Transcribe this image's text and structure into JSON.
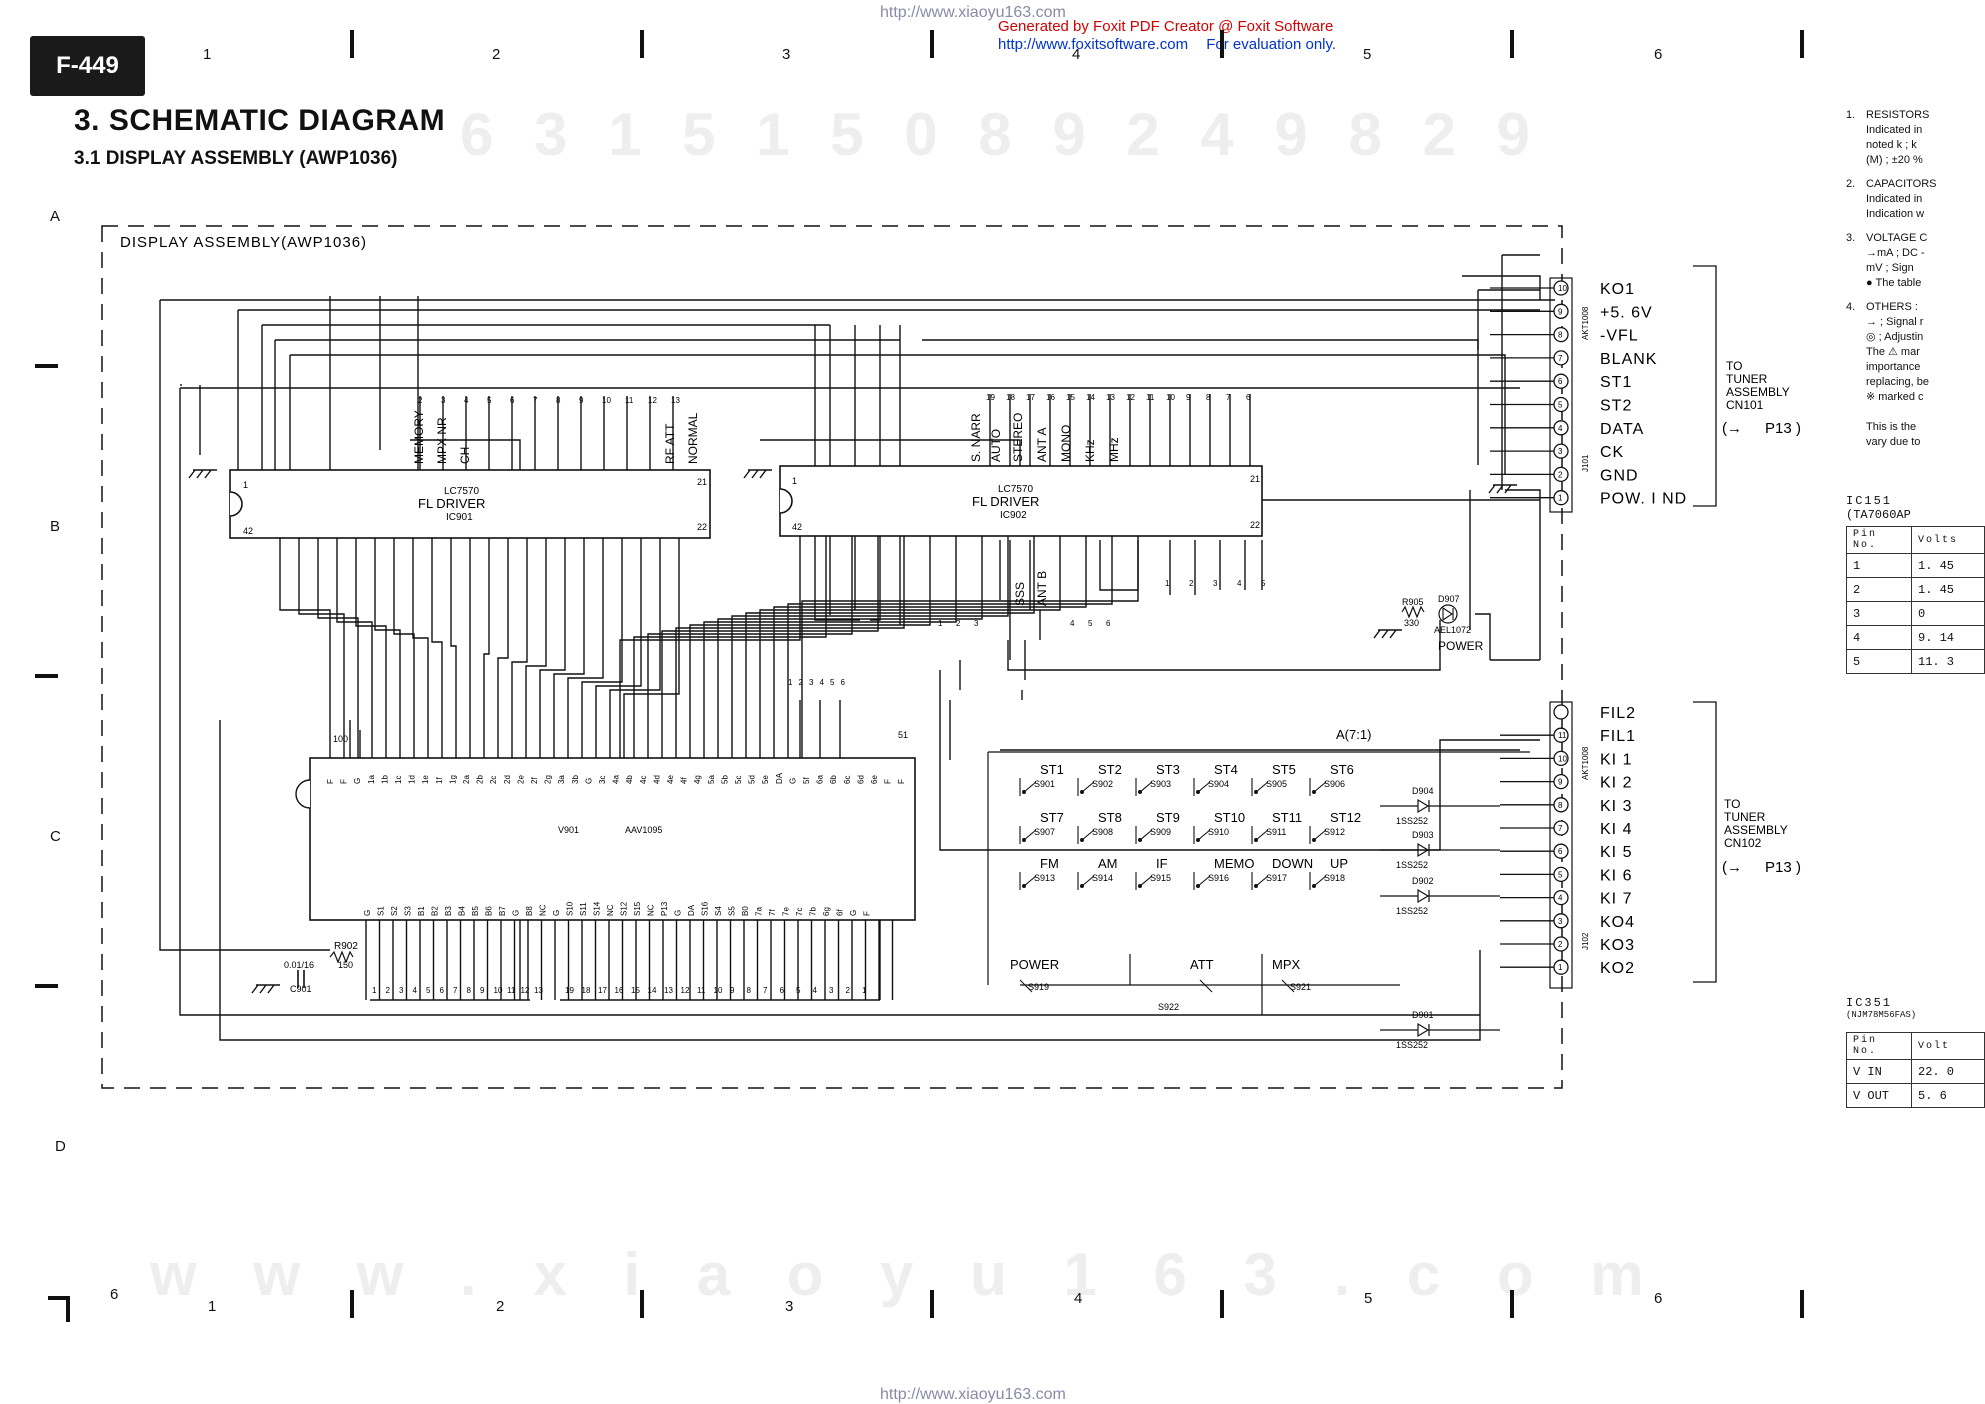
{
  "page": {
    "badge": "F-449",
    "title": "3.  SCHEMATIC DIAGRAM",
    "subtitle": "3.1  DISPLAY ASSEMBLY (AWP1036)",
    "watermark_top_url": "http://www.xiaoyu163.com",
    "watermark_bottom_url": "http://www.xiaoyu163.com",
    "foxit_line1": "Generated by Foxit PDF Creator @ Foxit Software",
    "foxit_line2_url": "http://www.foxitsoftware.com",
    "foxit_line2_rest": "For evaluation only.",
    "bg_digits": "6 3 1 5 1 5 0     8 9 2 4 9 8 2 9",
    "bg_www": "w w w . x i a o y u 1 6 3 . c o m",
    "grid_cols_top": [
      "1",
      "2",
      "3",
      "4",
      "5",
      "6"
    ],
    "grid_cols_bottom": [
      "6",
      "1",
      "2",
      "3",
      "4",
      "5",
      "6"
    ],
    "grid_rows": [
      "A",
      "B",
      "C",
      "D"
    ]
  },
  "diagram": {
    "frame_label": "DISPLAY  ASSEMBLY(AWP1036)",
    "ic901": {
      "name": "LC7570",
      "func": "FL DRIVER",
      "ref": "IC901",
      "pins": [
        "1",
        "42",
        "21",
        "22"
      ],
      "top_labels": [
        "MEMORY",
        "MPX NR",
        "CH",
        "RF ATT",
        "NORMAL"
      ],
      "top_pins": [
        "2",
        "3",
        "4",
        "5",
        "6",
        "7",
        "8",
        "9",
        "10",
        "11",
        "12",
        "13"
      ]
    },
    "ic902": {
      "name": "LC7570",
      "func": "FL DRIVER",
      "ref": "IC902",
      "pins": [
        "1",
        "42",
        "21",
        "22"
      ],
      "top_labels": [
        "S. NARR",
        "AUTO",
        "STEREO",
        "ANT A",
        "MONO",
        "KHz",
        "MHz"
      ],
      "top_pins": [
        "19",
        "18",
        "17",
        "16",
        "15",
        "14",
        "13",
        "12",
        "11",
        "10",
        "9",
        "8",
        "7",
        "6"
      ],
      "bottom_labels": [
        "SSS",
        "ANT B"
      ],
      "bottom_pins_left": [
        "1",
        "2",
        "3"
      ],
      "bottom_pins_mid": [
        "4",
        "5",
        "6"
      ],
      "bottom_pins_right": [
        "1",
        "2",
        "3",
        "4",
        "5"
      ]
    },
    "v901": {
      "ref": "V901",
      "part": "AAV1095",
      "pin_100": "100",
      "pin_51": "51",
      "top_pins": [
        "F",
        "F",
        "G",
        "1a",
        "1b",
        "1c",
        "1d",
        "1e",
        "1f",
        "1g",
        "2a",
        "2b",
        "2c",
        "2d",
        "2e",
        "2f",
        "2g",
        "3a",
        "3b",
        "G",
        "3c",
        "4a",
        "4b",
        "4c",
        "4d",
        "4e",
        "4f",
        "4g",
        "5a",
        "5b",
        "5c",
        "5d",
        "5e",
        "DA",
        "G",
        "5f",
        "6a",
        "6b",
        "6c",
        "6d",
        "6e",
        "F",
        "F"
      ],
      "bottom_pins": [
        "G",
        "S1",
        "S2",
        "S3",
        "B1",
        "B2",
        "B3",
        "B4",
        "B5",
        "B6",
        "B7",
        "G",
        "B8",
        "NC",
        "G",
        "S10",
        "S11",
        "S14",
        "NC",
        "S12",
        "S15",
        "NC",
        "P13",
        "G",
        "DA",
        "S16",
        "S4",
        "S5",
        "B0",
        "7a",
        "7f",
        "7e",
        "7c",
        "7b",
        "6g",
        "6f",
        "G",
        "F"
      ],
      "bottom_numbers_left": [
        "1",
        "2",
        "3",
        "4",
        "5",
        "6",
        "7",
        "8",
        "9",
        "10",
        "11",
        "12",
        "13"
      ],
      "bottom_numbers_right": [
        "19",
        "18",
        "17",
        "16",
        "15",
        "14",
        "13",
        "12",
        "11",
        "10",
        "9",
        "8",
        "7",
        "6",
        "5",
        "4",
        "3",
        "2",
        "1"
      ],
      "connector_top": [
        "1",
        "2",
        "3",
        "4",
        "5",
        "6"
      ]
    },
    "r902": {
      "ref": "R902",
      "value": "150"
    },
    "c901": {
      "ref": "C901",
      "value": "0.01/16"
    },
    "r905": {
      "ref": "R905",
      "value": "330"
    },
    "d907": {
      "ref": "D907",
      "part": "AEL1072",
      "label": "POWER"
    },
    "j101": {
      "ref": "J101",
      "type": "AKT1008",
      "pins": [
        "10",
        "9",
        "8",
        "7",
        "6",
        "5",
        "4",
        "3",
        "2",
        "1"
      ],
      "signals": [
        "KO1",
        "+5. 6V",
        "-VFL",
        "BLANK",
        "ST1",
        "ST2",
        "DATA",
        "CK",
        "GND",
        "POW. I ND"
      ],
      "dest": [
        "TO",
        "TUNER",
        "ASSEMBLY",
        "CN101"
      ],
      "ref_page": "P13"
    },
    "j102": {
      "ref": "J102",
      "type": "AKT1008",
      "pins": [
        "11",
        "10",
        "9",
        "8",
        "7",
        "6",
        "5",
        "4",
        "3",
        "2",
        "1"
      ],
      "signals": [
        "FIL2",
        "FIL1",
        "KI 1",
        "KI 2",
        "KI 3",
        "KI 4",
        "KI 5",
        "KI 6",
        "KI 7",
        "KO4",
        "KO3",
        "KO2"
      ],
      "dest": [
        "TO",
        "TUNER",
        "ASSEMBLY",
        "CN102"
      ],
      "ref_page": "P13"
    },
    "key_matrix_label": "A(7:1)",
    "keys_row1": [
      {
        "n": "ST1",
        "s": "S901"
      },
      {
        "n": "ST2",
        "s": "S902"
      },
      {
        "n": "ST3",
        "s": "S903"
      },
      {
        "n": "ST4",
        "s": "S904"
      },
      {
        "n": "ST5",
        "s": "S905"
      },
      {
        "n": "ST6",
        "s": "S906"
      }
    ],
    "keys_row2": [
      {
        "n": "ST7",
        "s": "S907"
      },
      {
        "n": "ST8",
        "s": "S908"
      },
      {
        "n": "ST9",
        "s": "S909"
      },
      {
        "n": "ST10",
        "s": "S910"
      },
      {
        "n": "ST11",
        "s": "S911"
      },
      {
        "n": "ST12",
        "s": "S912"
      }
    ],
    "keys_row3": [
      {
        "n": "FM",
        "s": "S913"
      },
      {
        "n": "AM",
        "s": "S914"
      },
      {
        "n": "IF",
        "s": "S915"
      },
      {
        "n": "MEMO",
        "s": "S916"
      },
      {
        "n": "DOWN",
        "s": "S917"
      },
      {
        "n": "UP",
        "s": "S918"
      }
    ],
    "keys_row4": [
      {
        "n": "POWER",
        "s": "S919"
      },
      {
        "n": "ATT",
        "s": "S922"
      },
      {
        "n": "MPX",
        "s": "S921"
      }
    ],
    "diodes": [
      {
        "ref": "D904",
        "part": "1SS252"
      },
      {
        "ref": "D903",
        "part": "1SS252"
      },
      {
        "ref": "D902",
        "part": "1SS252"
      },
      {
        "ref": "D901",
        "part": "1SS252"
      }
    ]
  },
  "notes": {
    "items": [
      {
        "num": "1.",
        "lines": [
          "RESISTORS",
          "Indicated in",
          "noted k ; k",
          "(M) ; ±20 %"
        ]
      },
      {
        "num": "2.",
        "lines": [
          "CAPACITORS",
          "Indicated in",
          "Indication w"
        ]
      },
      {
        "num": "3.",
        "lines": [
          "VOLTAGE C",
          "→mA ; DC -",
          "mV ; Sign",
          "● The table"
        ]
      },
      {
        "num": "4.",
        "lines": [
          "OTHERS :",
          "→ ; Signal r",
          "◎ ; Adjustin",
          "The ⚠ mar",
          "importance",
          "replacing, be",
          "※ marked c",
          "",
          "This is the",
          "vary due to"
        ]
      }
    ]
  },
  "table_ic151": {
    "title": "IC151",
    "part": "(TA7060AP",
    "head": [
      "Pin No.",
      "Volts"
    ],
    "rows": [
      [
        "1",
        "1. 45"
      ],
      [
        "2",
        "1. 45"
      ],
      [
        "3",
        "0"
      ],
      [
        "4",
        "9. 14"
      ],
      [
        "5",
        "11. 3"
      ]
    ]
  },
  "table_ic351": {
    "title": "IC351",
    "part": "(NJM78M56FAS)",
    "head": [
      "Pin No.",
      "Volt"
    ],
    "rows": [
      [
        "V IN",
        "22. 0"
      ],
      [
        "V OUT",
        "5. 6"
      ]
    ]
  }
}
